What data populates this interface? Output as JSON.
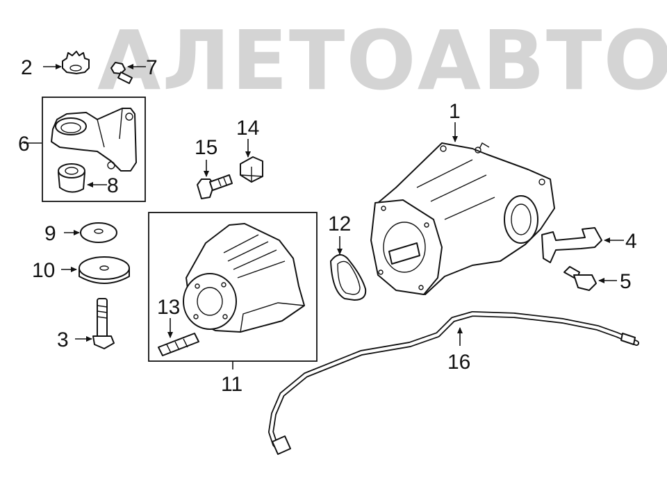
{
  "watermark": "АЛЕТОАВТО",
  "callouts": {
    "c1": "1",
    "c2": "2",
    "c3": "3",
    "c4": "4",
    "c5": "5",
    "c6": "6",
    "c7": "7",
    "c8": "8",
    "c9": "9",
    "c10": "10",
    "c11": "11",
    "c12": "12",
    "c13": "13",
    "c14": "14",
    "c15": "15",
    "c16": "16"
  },
  "colors": {
    "line": "#111111",
    "watermark": "#d4d4d4",
    "background": "#ffffff"
  }
}
